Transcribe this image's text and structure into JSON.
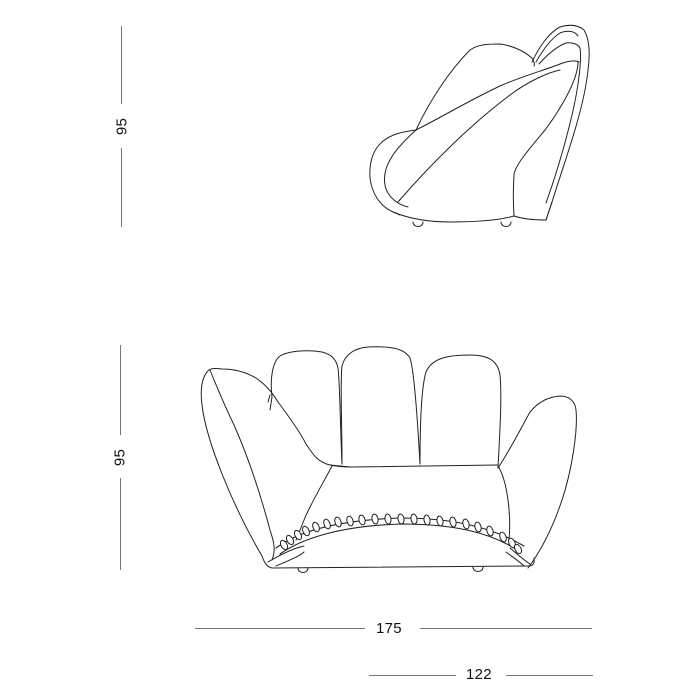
{
  "drawing": {
    "subject": "glove-shaped armchair",
    "views": [
      {
        "id": "side-view",
        "label": "side view"
      },
      {
        "id": "front-view",
        "label": "front view"
      }
    ]
  },
  "dimensions": {
    "side_height": {
      "value": "95",
      "orientation": "vertical"
    },
    "front_height": {
      "value": "95",
      "orientation": "vertical"
    },
    "width": {
      "value": "175",
      "orientation": "horizontal"
    },
    "depth": {
      "value": "122",
      "orientation": "horizontal"
    }
  },
  "colors": {
    "background": "#ffffff",
    "line": "#222222",
    "dimension_line": "#777777",
    "text": "#111111"
  }
}
